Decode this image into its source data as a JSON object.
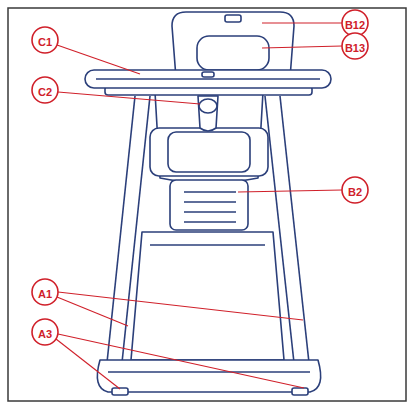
{
  "diagram": {
    "labels": [
      "B12",
      "C1",
      "B13",
      "C2",
      "B2",
      "A1",
      "A3"
    ]
  }
}
